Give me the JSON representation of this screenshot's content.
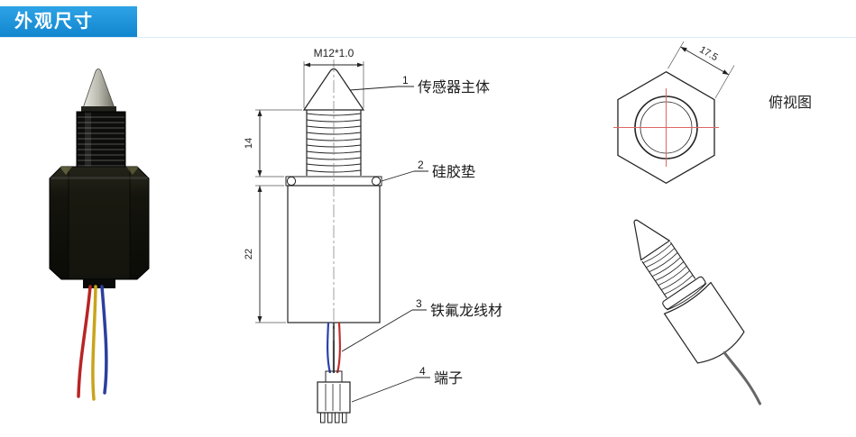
{
  "page": {
    "title": "外观尺寸"
  },
  "colors": {
    "banner_top": "#2ea3e6",
    "banner_bottom": "#1186cf",
    "wire_red": "#b82525",
    "wire_yellow": "#c9a41c",
    "wire_blue": "#2c3f9e",
    "centerline_red": "#e06666"
  },
  "front_view": {
    "thread_spec": "M12*1.0",
    "thread_length": "14",
    "body_length": "22",
    "callouts": [
      {
        "num": "1",
        "label": "传感器主体"
      },
      {
        "num": "2",
        "label": "硅胶垫"
      },
      {
        "num": "3",
        "label": "铁氟龙线材"
      },
      {
        "num": "4",
        "label": "端子"
      }
    ]
  },
  "top_view": {
    "label": "俯视图",
    "across_dim": "17.5"
  }
}
